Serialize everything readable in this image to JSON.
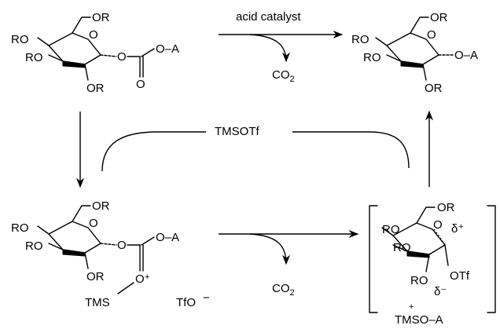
{
  "labels": {
    "catalyst": "acid catalyst",
    "reagent": "TMSOTf",
    "co2": "CO",
    "co2_sub": "2",
    "r": "RO",
    "or": "OR",
    "ring_o": "O",
    "o_a": "O–A",
    "carbonyl_o": "O",
    "tms": "TMS",
    "o_plus": "O",
    "plus": "+",
    "tfo": "TfO",
    "minus": "−",
    "delta_plus": "δ⁺",
    "delta_minus": "δ⁻",
    "otf": "OTf",
    "tmso_a": "TMSO–A",
    "tmso_plus": "+"
  }
}
